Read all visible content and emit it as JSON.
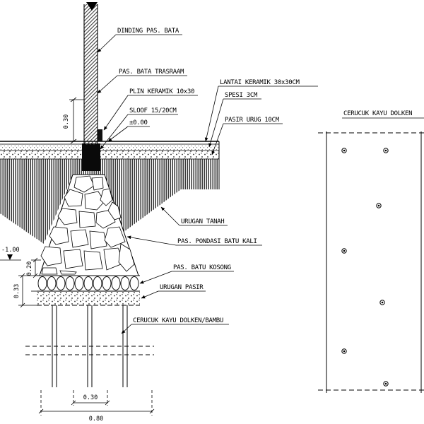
{
  "drawing": {
    "colors": {
      "ink": "#000000",
      "background": "#ffffff"
    },
    "callouts": {
      "dinding": "DINDING PAS. BATA",
      "trasraam": "PAS. BATA TRASRAAM",
      "plin": "PLIN KERAMIK 10x30",
      "sloof": "SLOOF 15/20CM",
      "level_zero": "±0.00",
      "lantai": "LANTAI KERAMIK 30x30CM",
      "spesi": "SPESI 3CM",
      "pasir_urug": "PASIR URUG 10CM",
      "urugan_tanah": "URUGAN TANAH",
      "pondasi_batu_kali": "PAS. PONDASI BATU KALI",
      "batu_kosong": "PAS. BATU KOSONG",
      "urugan_pasir": "URUGAN PASIR",
      "cerucuk": "CERUCUK KAYU DOLKEN/BAMBU"
    },
    "dimensions": {
      "wall_height": "0.30",
      "depth": "-1.00",
      "batu_kosong_h": "0.20",
      "base_h": "0.33",
      "pile_spacing": "0.30",
      "base_width": "0.80"
    },
    "plan": {
      "title": "CERUCUK KAYU DOLKEN"
    }
  }
}
